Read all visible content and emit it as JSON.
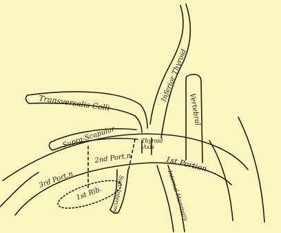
{
  "diagram": {
    "background": "#fbf5c0",
    "ink": "#1f1c14",
    "labels": {
      "inferior_thyroid": "Inferior Thyroid",
      "transversalis_colli": "Transversalis Colli",
      "supra_scapular": "Supra-Scapular",
      "vertebral": "Vertebral",
      "thyroid_axis_1": "Thyroid",
      "thyroid_axis_2": "Axis",
      "second_portion": "2nd Port.n",
      "third_portion": "3rd Port.n",
      "first_portion": "1st Portion",
      "first_rib": "1st Rib.",
      "sup_intercostal": "Sup. Intercos.",
      "internal_mammary": "Internal Mammary"
    }
  }
}
